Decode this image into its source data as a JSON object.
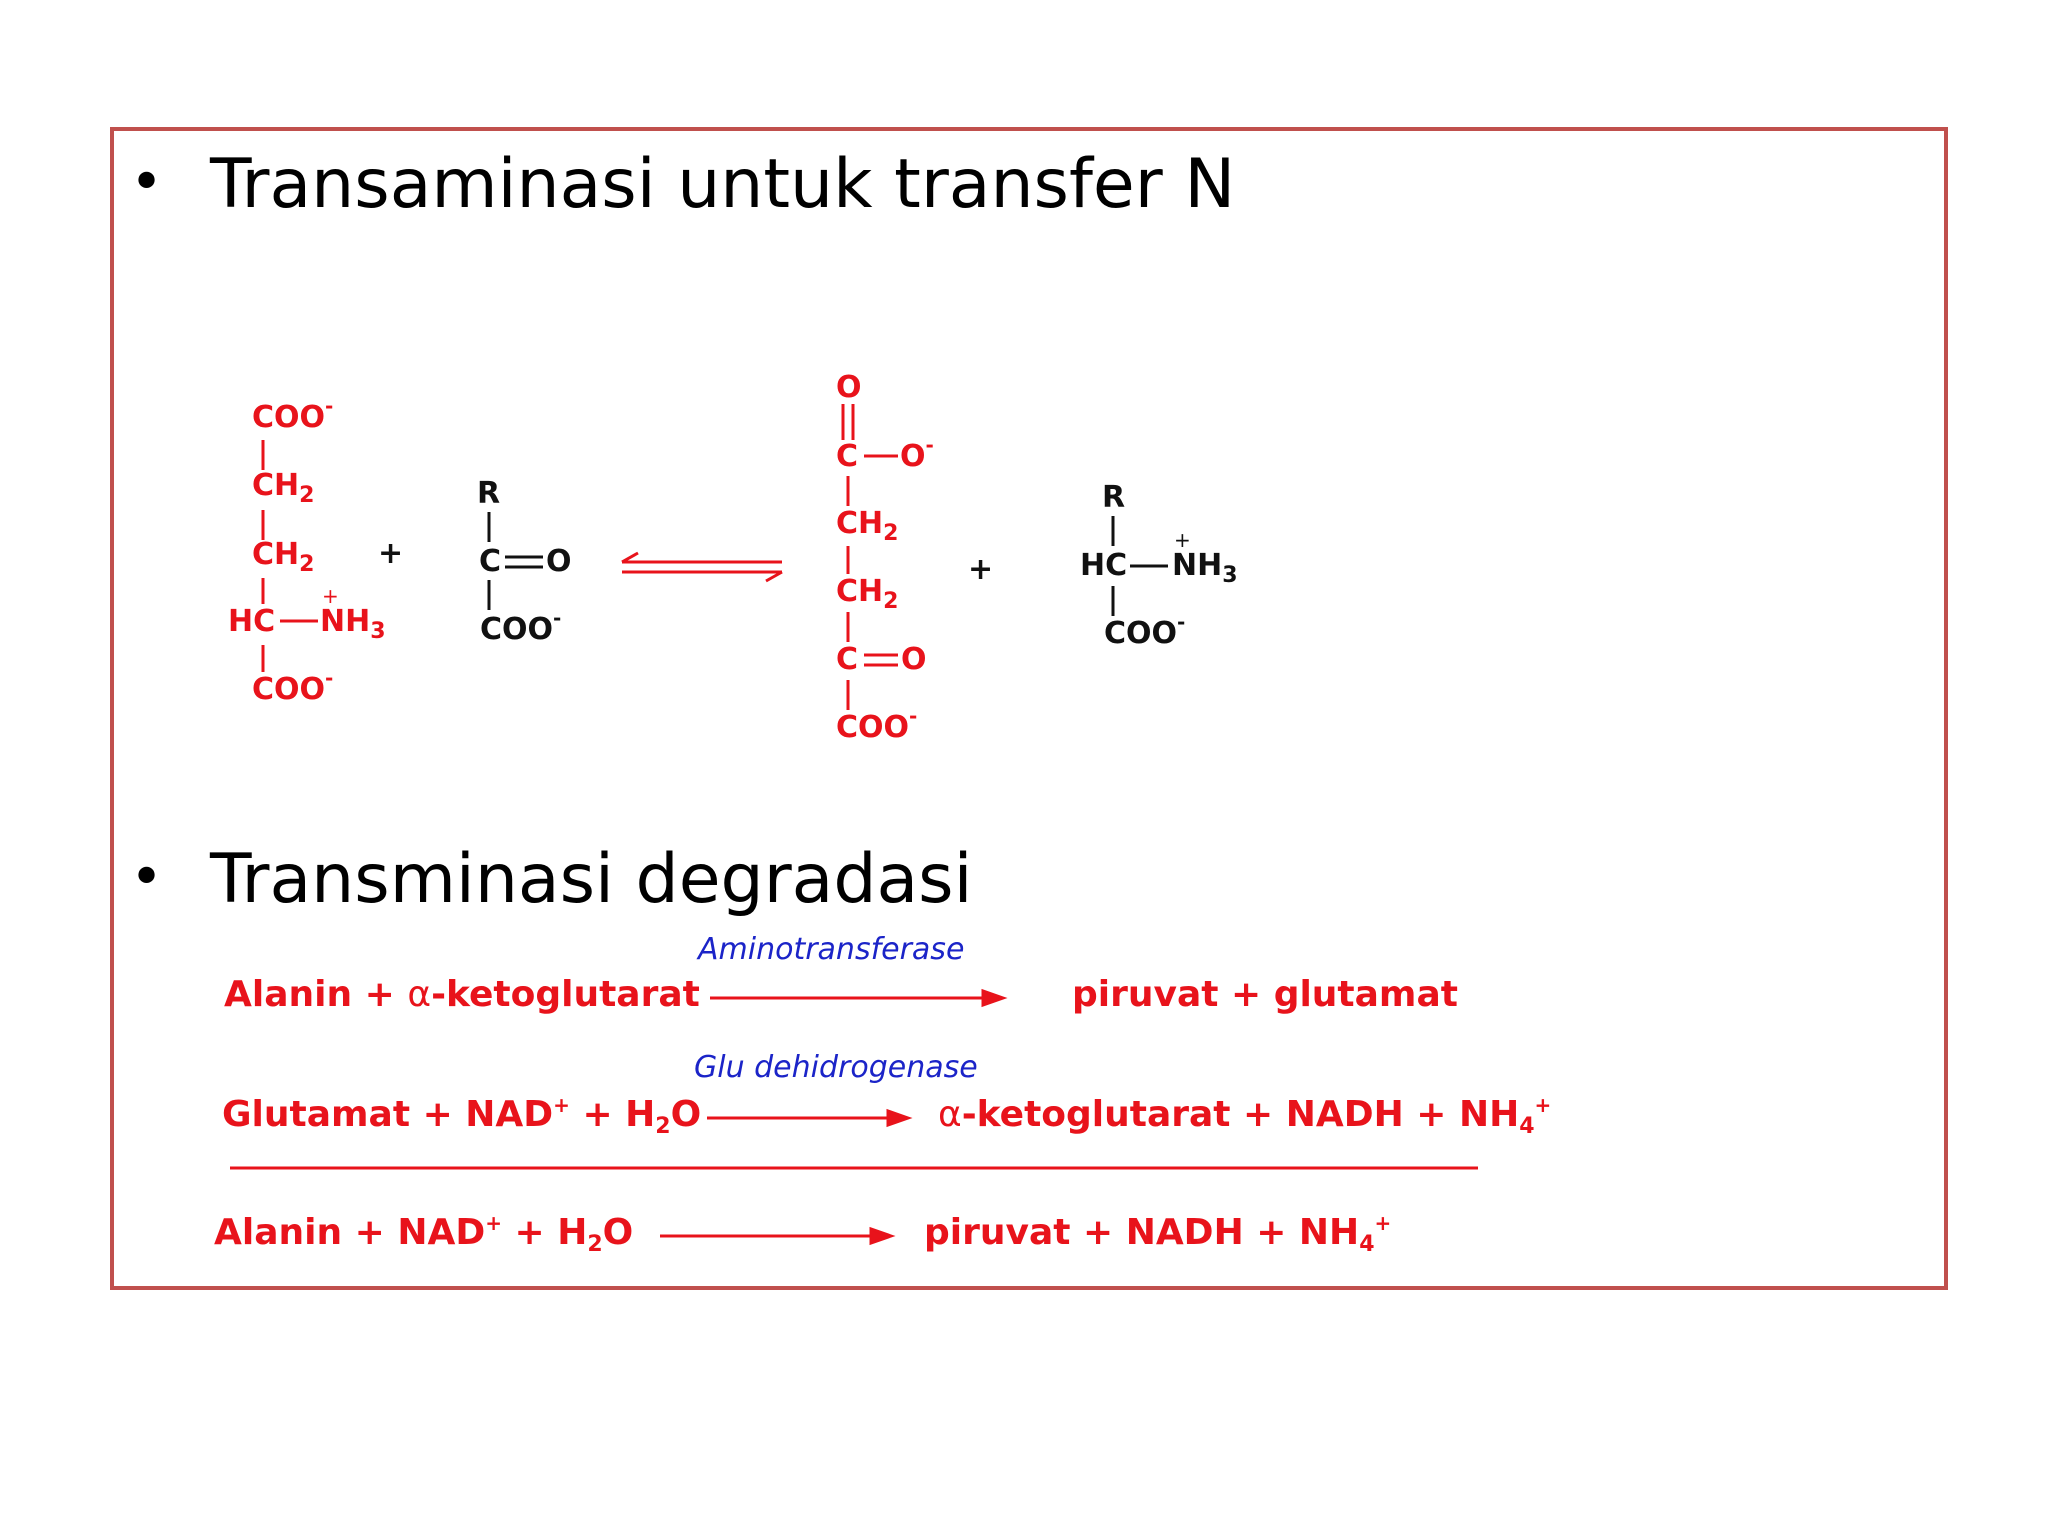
{
  "bullets": [
    {
      "text": "Transaminasi untuk transfer N"
    },
    {
      "text": "Transminasi degradasi"
    }
  ],
  "scheme1": {
    "glu": {
      "coo_top": "COO",
      "ch2_a": "CH",
      "ch2_b": "CH",
      "hc": "HC",
      "nh3": "NH",
      "coo_bottom": "COO"
    },
    "ketoacid": {
      "r": "R",
      "c": "C",
      "o": "O",
      "coo": "COO"
    },
    "akg": {
      "o_top": "O",
      "c_top": "C",
      "o_minus": "O",
      "ch2_a": "CH",
      "ch2_b": "CH",
      "c_keto": "C",
      "o_keto": "O",
      "coo": "COO"
    },
    "amino": {
      "r": "R",
      "hc": "HC",
      "nh3": "NH",
      "coo": "COO"
    },
    "plus": "+",
    "sub2": "2",
    "sub3": "3",
    "minus": "-",
    "charge_plus": "+"
  },
  "reactions": [
    {
      "enzyme": "Aminotransferase",
      "lhs_a": "Alanin + ",
      "alpha": "α",
      "lhs_b": "-ketoglutarat",
      "rhs": "piruvat + glutamat"
    },
    {
      "enzyme": "Glu dehidrogenase",
      "lhs_a": "Glutamat + NAD",
      "lhs_sup": "+",
      "lhs_b": " + H",
      "lhs_sub": "2",
      "lhs_c": "O",
      "alpha": "α",
      "rhs_a": "-ketoglutarat + NADH + NH",
      "rhs_sub": "4",
      "rhs_sup": "+"
    },
    {
      "lhs_a": "Alanin + NAD",
      "lhs_sup": "+",
      "lhs_b": " + H",
      "lhs_sub": "2",
      "lhs_c": "O",
      "rhs_a": "piruvat + NADH + NH",
      "rhs_sub": "4",
      "rhs_sup": "+"
    }
  ],
  "colors": {
    "frame": "#c0504d",
    "red": "#e8131b",
    "blue": "#1b24c8",
    "black": "#111111"
  }
}
